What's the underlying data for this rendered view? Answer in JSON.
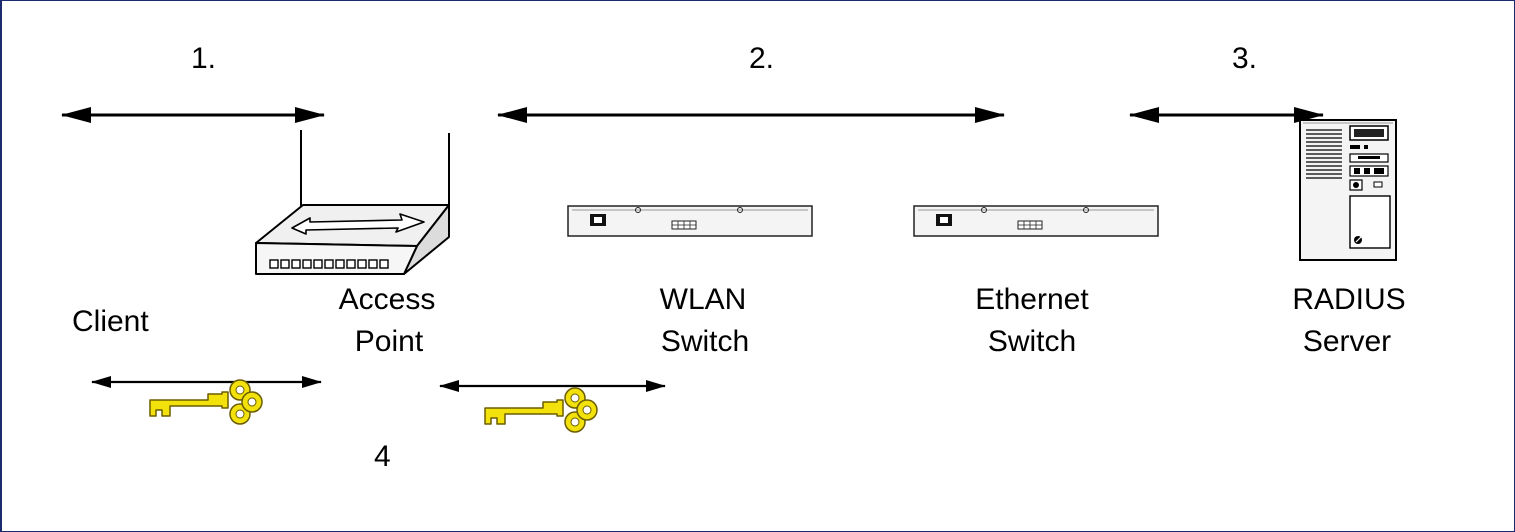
{
  "steps": {
    "step1": "1.",
    "step2": "2.",
    "step3": "3.",
    "step4": "4"
  },
  "nodes": {
    "client": {
      "line1": "Client"
    },
    "access_point": {
      "line1": "Access",
      "line2": "Point"
    },
    "wlan_switch": {
      "line1": "WLAN",
      "line2": "Switch"
    },
    "ethernet_switch": {
      "line1": "Ethernet",
      "line2": "Switch"
    },
    "radius_server": {
      "line1": "RADIUS",
      "line2": "Server"
    }
  },
  "colors": {
    "key_fill": "#f2e10a",
    "key_stroke": "#8a7a00",
    "arrow": "#000000",
    "border": "#1c2a6e"
  },
  "icons": {
    "access_point": "wireless-access-point-icon",
    "switch": "network-switch-icon",
    "server": "tower-server-icon",
    "key": "key-icon"
  }
}
